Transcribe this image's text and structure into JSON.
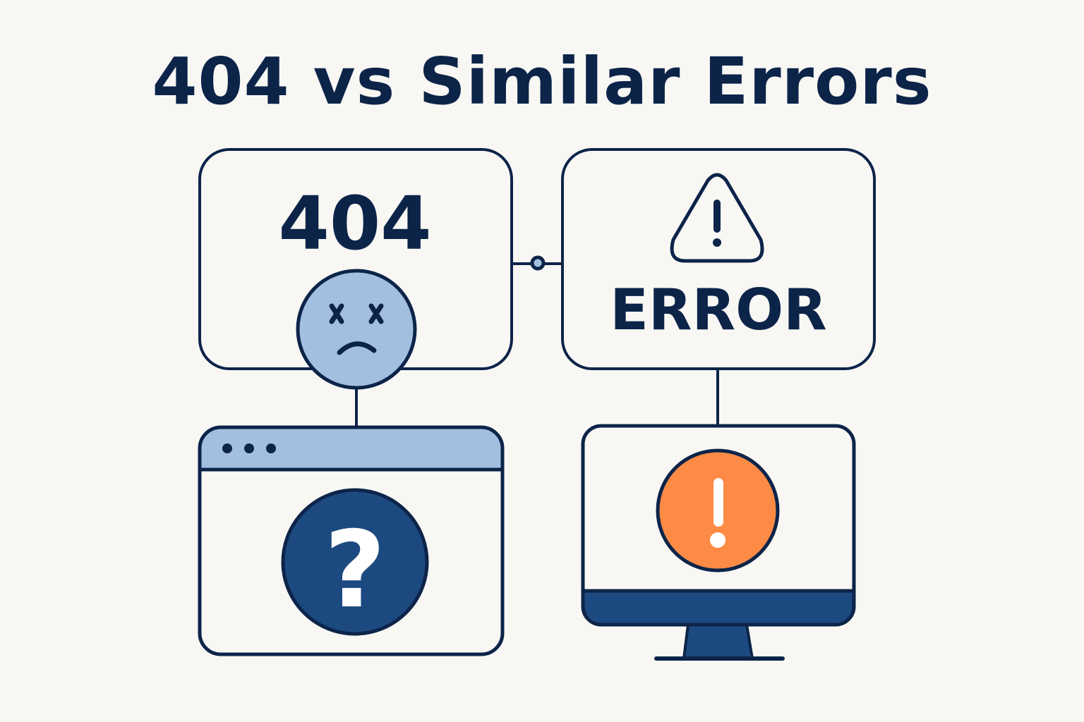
{
  "title": "404 vs Similar Errors",
  "left_box": {
    "code": "404",
    "icon": "dead-sad-face-icon"
  },
  "right_box": {
    "label": "ERROR",
    "icon": "warning-triangle-icon"
  },
  "left_window": {
    "icon": "question-mark-icon",
    "glyph": "?"
  },
  "right_monitor": {
    "icon": "exclamation-icon",
    "glyph": "!"
  },
  "colors": {
    "background": "#f8f7f4",
    "stroke": "#0d2449",
    "light_blue": "#a3bfe0",
    "dark_blue": "#1c4a80",
    "orange": "#fd8b45",
    "white": "#ffffff"
  }
}
